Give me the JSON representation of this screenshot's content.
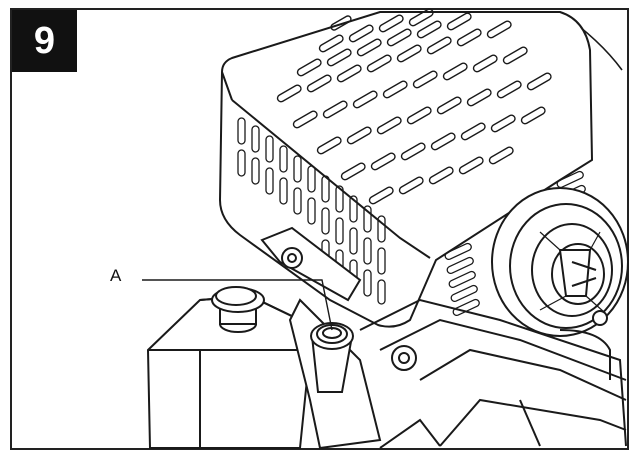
{
  "figure": {
    "step_number": "9",
    "callout_label": "A",
    "colors": {
      "badge_bg": "#111111",
      "badge_text": "#ffffff",
      "line": "#1a1a1a",
      "frame": "#222222"
    },
    "icons": [
      "engine-cover-vents",
      "recoil-starter",
      "oil-fill-port",
      "fuel-cap"
    ]
  }
}
